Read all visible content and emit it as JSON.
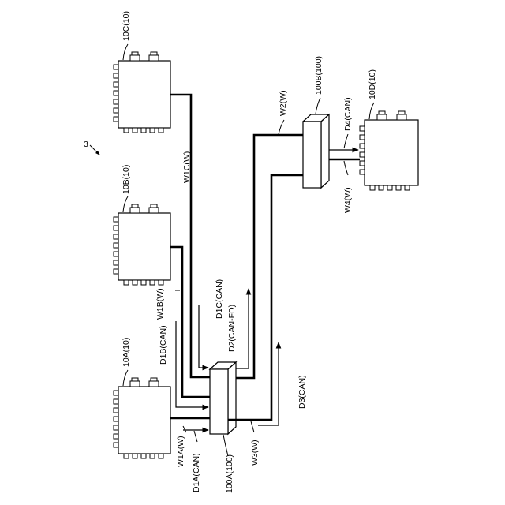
{
  "diagram": {
    "system_label": "3",
    "ecus": {
      "a": "10A(10)",
      "b": "10B(10)",
      "c": "10C(10)",
      "d": "10D(10)"
    },
    "relays": {
      "a": "100A(100)",
      "b": "100B(100)"
    },
    "lines": {
      "w1a": "W1A(W)",
      "d1a": "D1A(CAN)",
      "w1b": "W1B(W)",
      "d1b": "D1B(CAN)",
      "w1c": "W1C(W)",
      "d1c": "D1C(CAN)",
      "d2": "D2(CAN-FD)",
      "w2": "W2(W)",
      "w3": "W3(W)",
      "d3": "D3(CAN)",
      "d4": "D4(CAN)",
      "w4": "W4(W)"
    }
  }
}
